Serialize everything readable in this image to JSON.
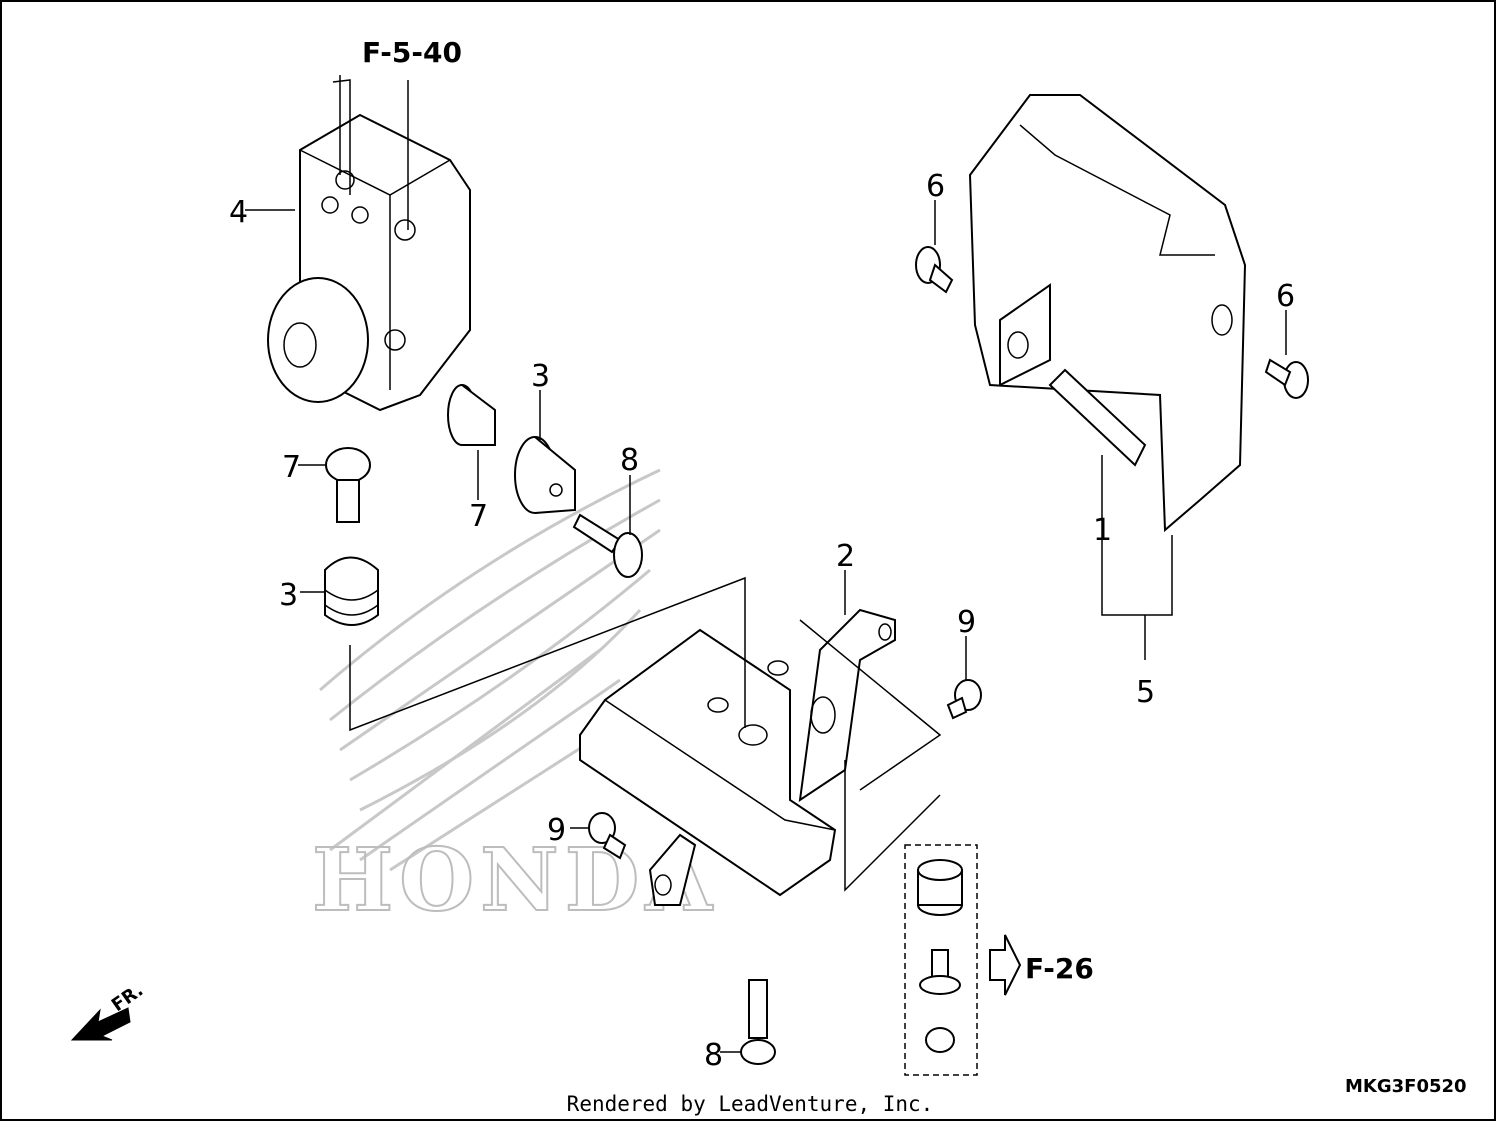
{
  "callouts": {
    "ref_top": "F-5-40",
    "ref_right": "F-26",
    "fr_label": "FR.",
    "part_1": "1",
    "part_2": "2",
    "part_3a": "3",
    "part_3b": "3",
    "part_4": "4",
    "part_5": "5",
    "part_6a": "6",
    "part_6b": "6",
    "part_7a": "7",
    "part_7b": "7",
    "part_8a": "8",
    "part_8b": "8",
    "part_9a": "9",
    "part_9b": "9"
  },
  "watermark": "HONDA",
  "diagram_code": "MKG3F0520",
  "footer": "Rendered by LeadVenture, Inc."
}
